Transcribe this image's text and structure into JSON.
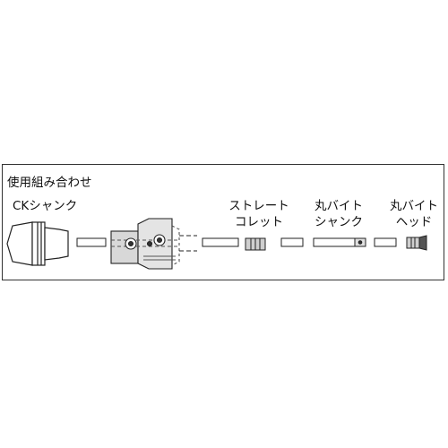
{
  "title": "使用組み合わせ",
  "labels": {
    "ck_shank": "CKシャンク",
    "straight_collet_1": "ストレート",
    "straight_collet_2": "コレット",
    "round_bite_shank_1": "丸バイト",
    "round_bite_shank_2": "シャンク",
    "round_bite_head_1": "丸バイト",
    "round_bite_head_2": "ヘッド"
  }
}
